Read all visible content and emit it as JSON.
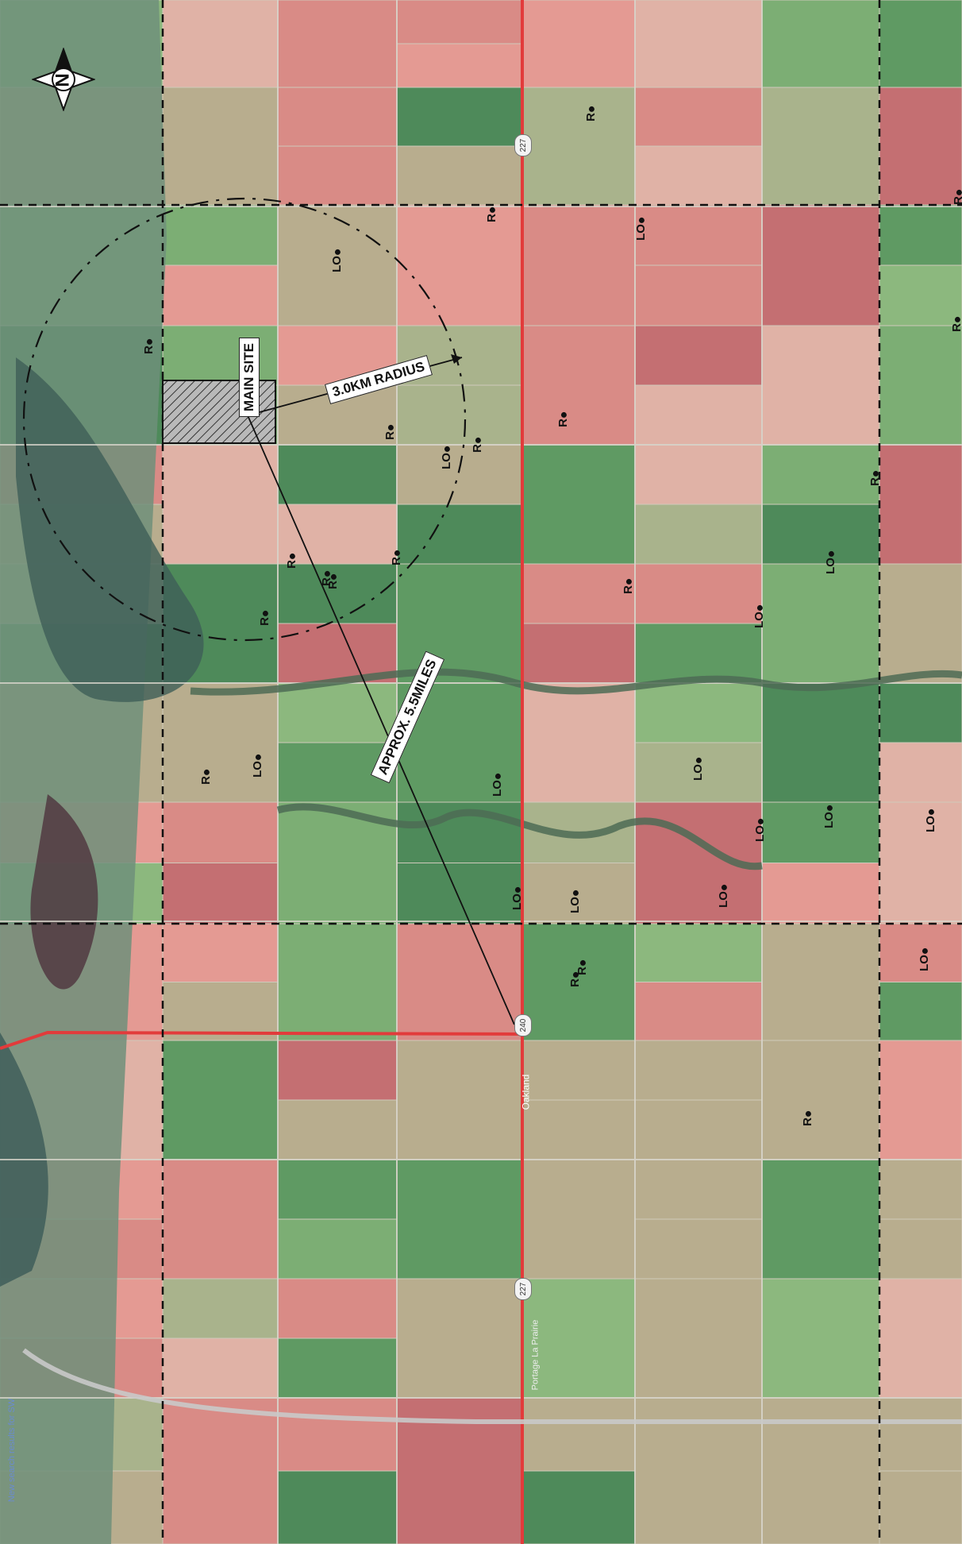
{
  "map": {
    "main_site_label": "MAIN SITE",
    "radius_label": "3.0KM RADIUS",
    "distance_label": "APPROX. 5.5MILES",
    "compass_label": "N",
    "town_label": "Oakland",
    "road_numbers": [
      "227",
      "240",
      "227"
    ],
    "road_name": "Portage La Prairie",
    "footer_text": "New search results for SW",
    "markers": [
      {
        "code": "R"
      },
      {
        "code": "LO"
      },
      {
        "code": "R"
      },
      {
        "code": "R"
      },
      {
        "code": "LO"
      },
      {
        "code": "R"
      },
      {
        "code": "R"
      },
      {
        "code": "R"
      },
      {
        "code": "LO"
      },
      {
        "code": "R"
      },
      {
        "code": "R"
      },
      {
        "code": "R"
      },
      {
        "code": "R"
      },
      {
        "code": "R"
      },
      {
        "code": "R"
      },
      {
        "code": "LO"
      },
      {
        "code": "R"
      },
      {
        "code": "R"
      },
      {
        "code": "R"
      },
      {
        "code": "LO"
      },
      {
        "code": "R"
      },
      {
        "code": "LO"
      },
      {
        "code": "LO"
      },
      {
        "code": "LO"
      },
      {
        "code": "LO"
      },
      {
        "code": "LO"
      },
      {
        "code": "LO"
      },
      {
        "code": "LO"
      },
      {
        "code": "LO"
      },
      {
        "code": "LO"
      },
      {
        "code": "LO"
      },
      {
        "code": "R"
      },
      {
        "code": "R"
      },
      {
        "code": "R"
      }
    ],
    "colors": {
      "main_road": "#e23b3b",
      "boundary": "#111111",
      "field_green": "#5f9a63",
      "field_pink": "#e49a93",
      "field_tan": "#b8ad8e"
    }
  }
}
